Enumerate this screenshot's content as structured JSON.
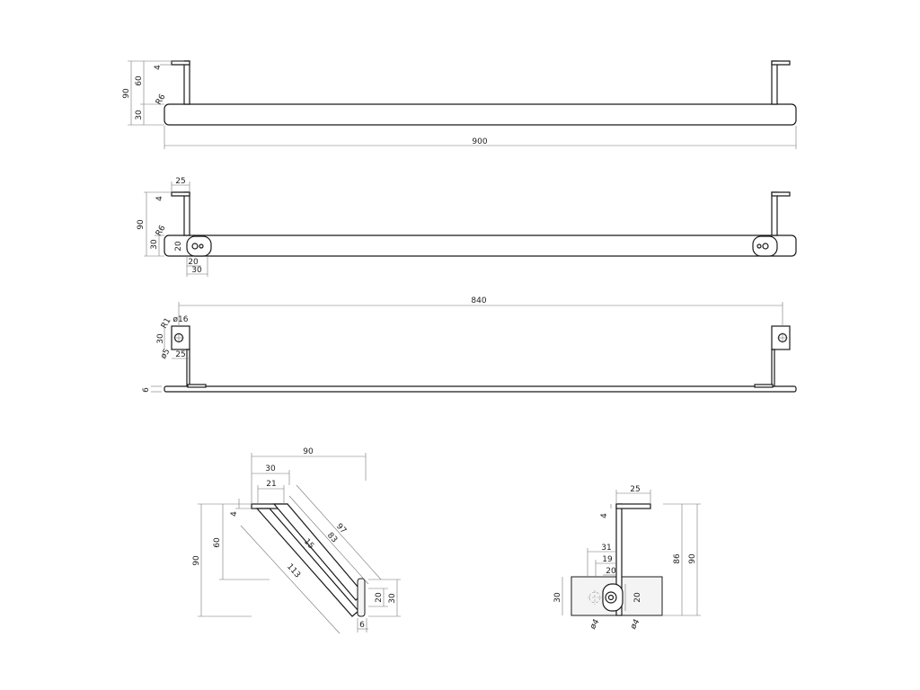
{
  "drawing": {
    "top_view": {
      "overall_length": "900",
      "height_total": "90",
      "height_upper": "60",
      "height_lower": "30",
      "bracket_thickness": "4",
      "radius": "R6"
    },
    "front_view": {
      "bracket_width": "25",
      "height_total": "90",
      "height_lower": "30",
      "radius": "R6",
      "slot_height": "20",
      "offset_a": "20",
      "offset_b": "30"
    },
    "side_view": {
      "span": "840",
      "radius": "R1",
      "hole_dia": "ø16",
      "plate_height": "30",
      "hole_small": "ø5",
      "plate_width": "25",
      "thickness": "6"
    },
    "detail_angle": {
      "overall_width": "90",
      "top_width": "30",
      "inner_width": "21",
      "thickness": "4",
      "height_upper": "60",
      "height_total": "90",
      "length_a": "97",
      "length_b": "83",
      "length_c": "15",
      "length_d": "113",
      "foot_a": "20",
      "foot_b": "30",
      "foot_c": "6"
    },
    "detail_end": {
      "width": "25",
      "thickness": "4",
      "height_a": "86",
      "height_b": "90",
      "offset_a": "31",
      "offset_b": "19",
      "offset_c": "20",
      "plate_height": "30",
      "slot_height": "20",
      "hole_a": "ø4",
      "hole_b": "ø4"
    }
  }
}
